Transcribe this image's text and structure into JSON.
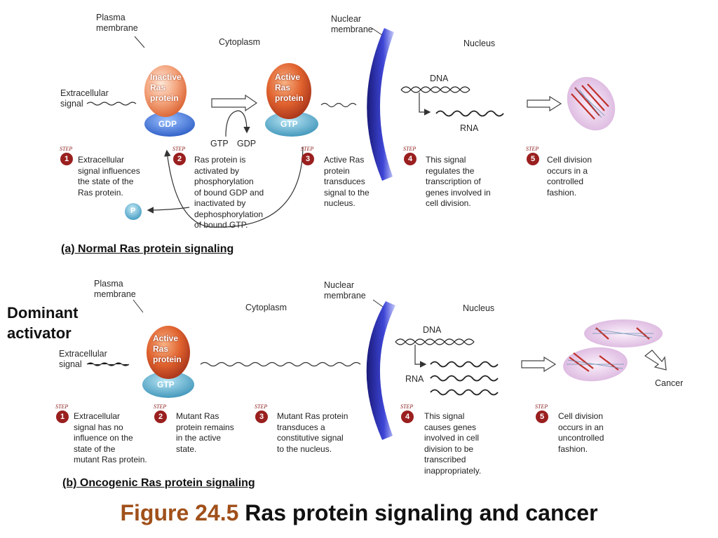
{
  "panel_a": {
    "plasma_membrane": "Plasma\nmembrane",
    "cytoplasm": "Cytoplasm",
    "nuclear_membrane": "Nuclear\nmembrane",
    "nucleus": "Nucleus",
    "extracellular_signal": "Extracellular\nsignal",
    "inactive_ras": "Inactive\nRas\nprotein",
    "gdp": "GDP",
    "active_ras": "Active\nRas\nprotein",
    "gtp": "GTP",
    "arrow_gtp": "GTP",
    "arrow_gdp": "GDP",
    "dna": "DNA",
    "rna": "RNA",
    "phosphate": "P",
    "steps": [
      {
        "num": "1",
        "text": "Extracellular\nsignal influences\nthe state of the\nRas protein."
      },
      {
        "num": "2",
        "text": "Ras protein is\nactivated by\nphosphorylation\nof bound GDP and\ninactivated by\ndephosphorylation\nof bound GTP."
      },
      {
        "num": "3",
        "text": "Active Ras\nprotein\ntransduces\nsignal to the\nnucleus."
      },
      {
        "num": "4",
        "text": "This signal\nregulates the\ntranscription of\ngenes involved in\ncell division."
      },
      {
        "num": "5",
        "text": "Cell division\noccurs in a\ncontrolled\nfashion."
      }
    ],
    "caption": "(a) Normal Ras protein signaling"
  },
  "panel_b": {
    "plasma_membrane": "Plasma\nmembrane",
    "cytoplasm": "Cytoplasm",
    "nuclear_membrane": "Nuclear\nmembrane",
    "nucleus": "Nucleus",
    "extracellular_signal": "Extracellular\nsignal",
    "active_ras": "Active\nRas\nprotein",
    "gtp": "GTP",
    "dna": "DNA",
    "rna": "RNA",
    "cancer": "Cancer",
    "steps": [
      {
        "num": "1",
        "text": "Extracellular\nsignal has no\ninfluence on the\nstate of the\nmutant Ras protein."
      },
      {
        "num": "2",
        "text": "Mutant Ras\nprotein remains\nin the active\nstate."
      },
      {
        "num": "3",
        "text": "Mutant Ras protein\ntransduces a\nconstitutive signal\nto the nucleus."
      },
      {
        "num": "4",
        "text": "This signal\ncauses genes\ninvolved in cell\ndivision to be\ntranscribed\ninappropriately."
      },
      {
        "num": "5",
        "text": "Cell division\noccurs in an\nuncontrolled\nfashion."
      }
    ],
    "caption": "(b) Oncogenic Ras protein signaling"
  },
  "step_badge_text": "STEP",
  "side_title": "Dominant\nactivator",
  "figure_title": {
    "number": "Figure 24.5",
    "text": "Ras protein signaling and cancer"
  },
  "colors": {
    "ras_orange": "#e0622e",
    "gdp_blue": "#3f6fd0",
    "gtp_teal": "#4aa6c8",
    "nuclear_membrane": "#2b2fa0",
    "step_red": "#9a1f1f",
    "figure_number": "#a0501a",
    "chromosome_red": "#c0302a",
    "cell_pink": "#e8c8e8"
  }
}
